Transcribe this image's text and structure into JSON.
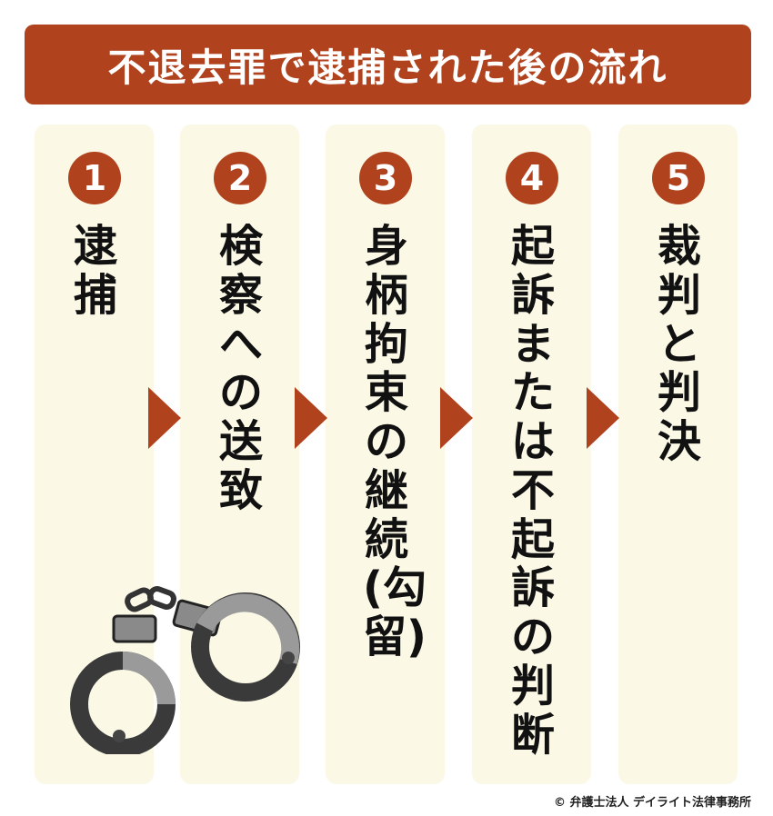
{
  "title": "不退去罪で逮捕された後の流れ",
  "steps": [
    {
      "number": "1",
      "text": "逮捕"
    },
    {
      "number": "2",
      "text": "検察への送致"
    },
    {
      "number": "3",
      "text": "身柄拘束の継続(勾留)"
    },
    {
      "number": "4",
      "text": "起訴または不起訴の判断"
    },
    {
      "number": "5",
      "text": "裁判と判決"
    }
  ],
  "copyright": "© 弁護士法人 デイライト法律事務所",
  "colors": {
    "accent": "#b1421e",
    "column_bg": "#fbf8e6",
    "text": "#111111"
  },
  "icons": [
    "handcuffs-icon",
    "arrow-right-icon"
  ]
}
